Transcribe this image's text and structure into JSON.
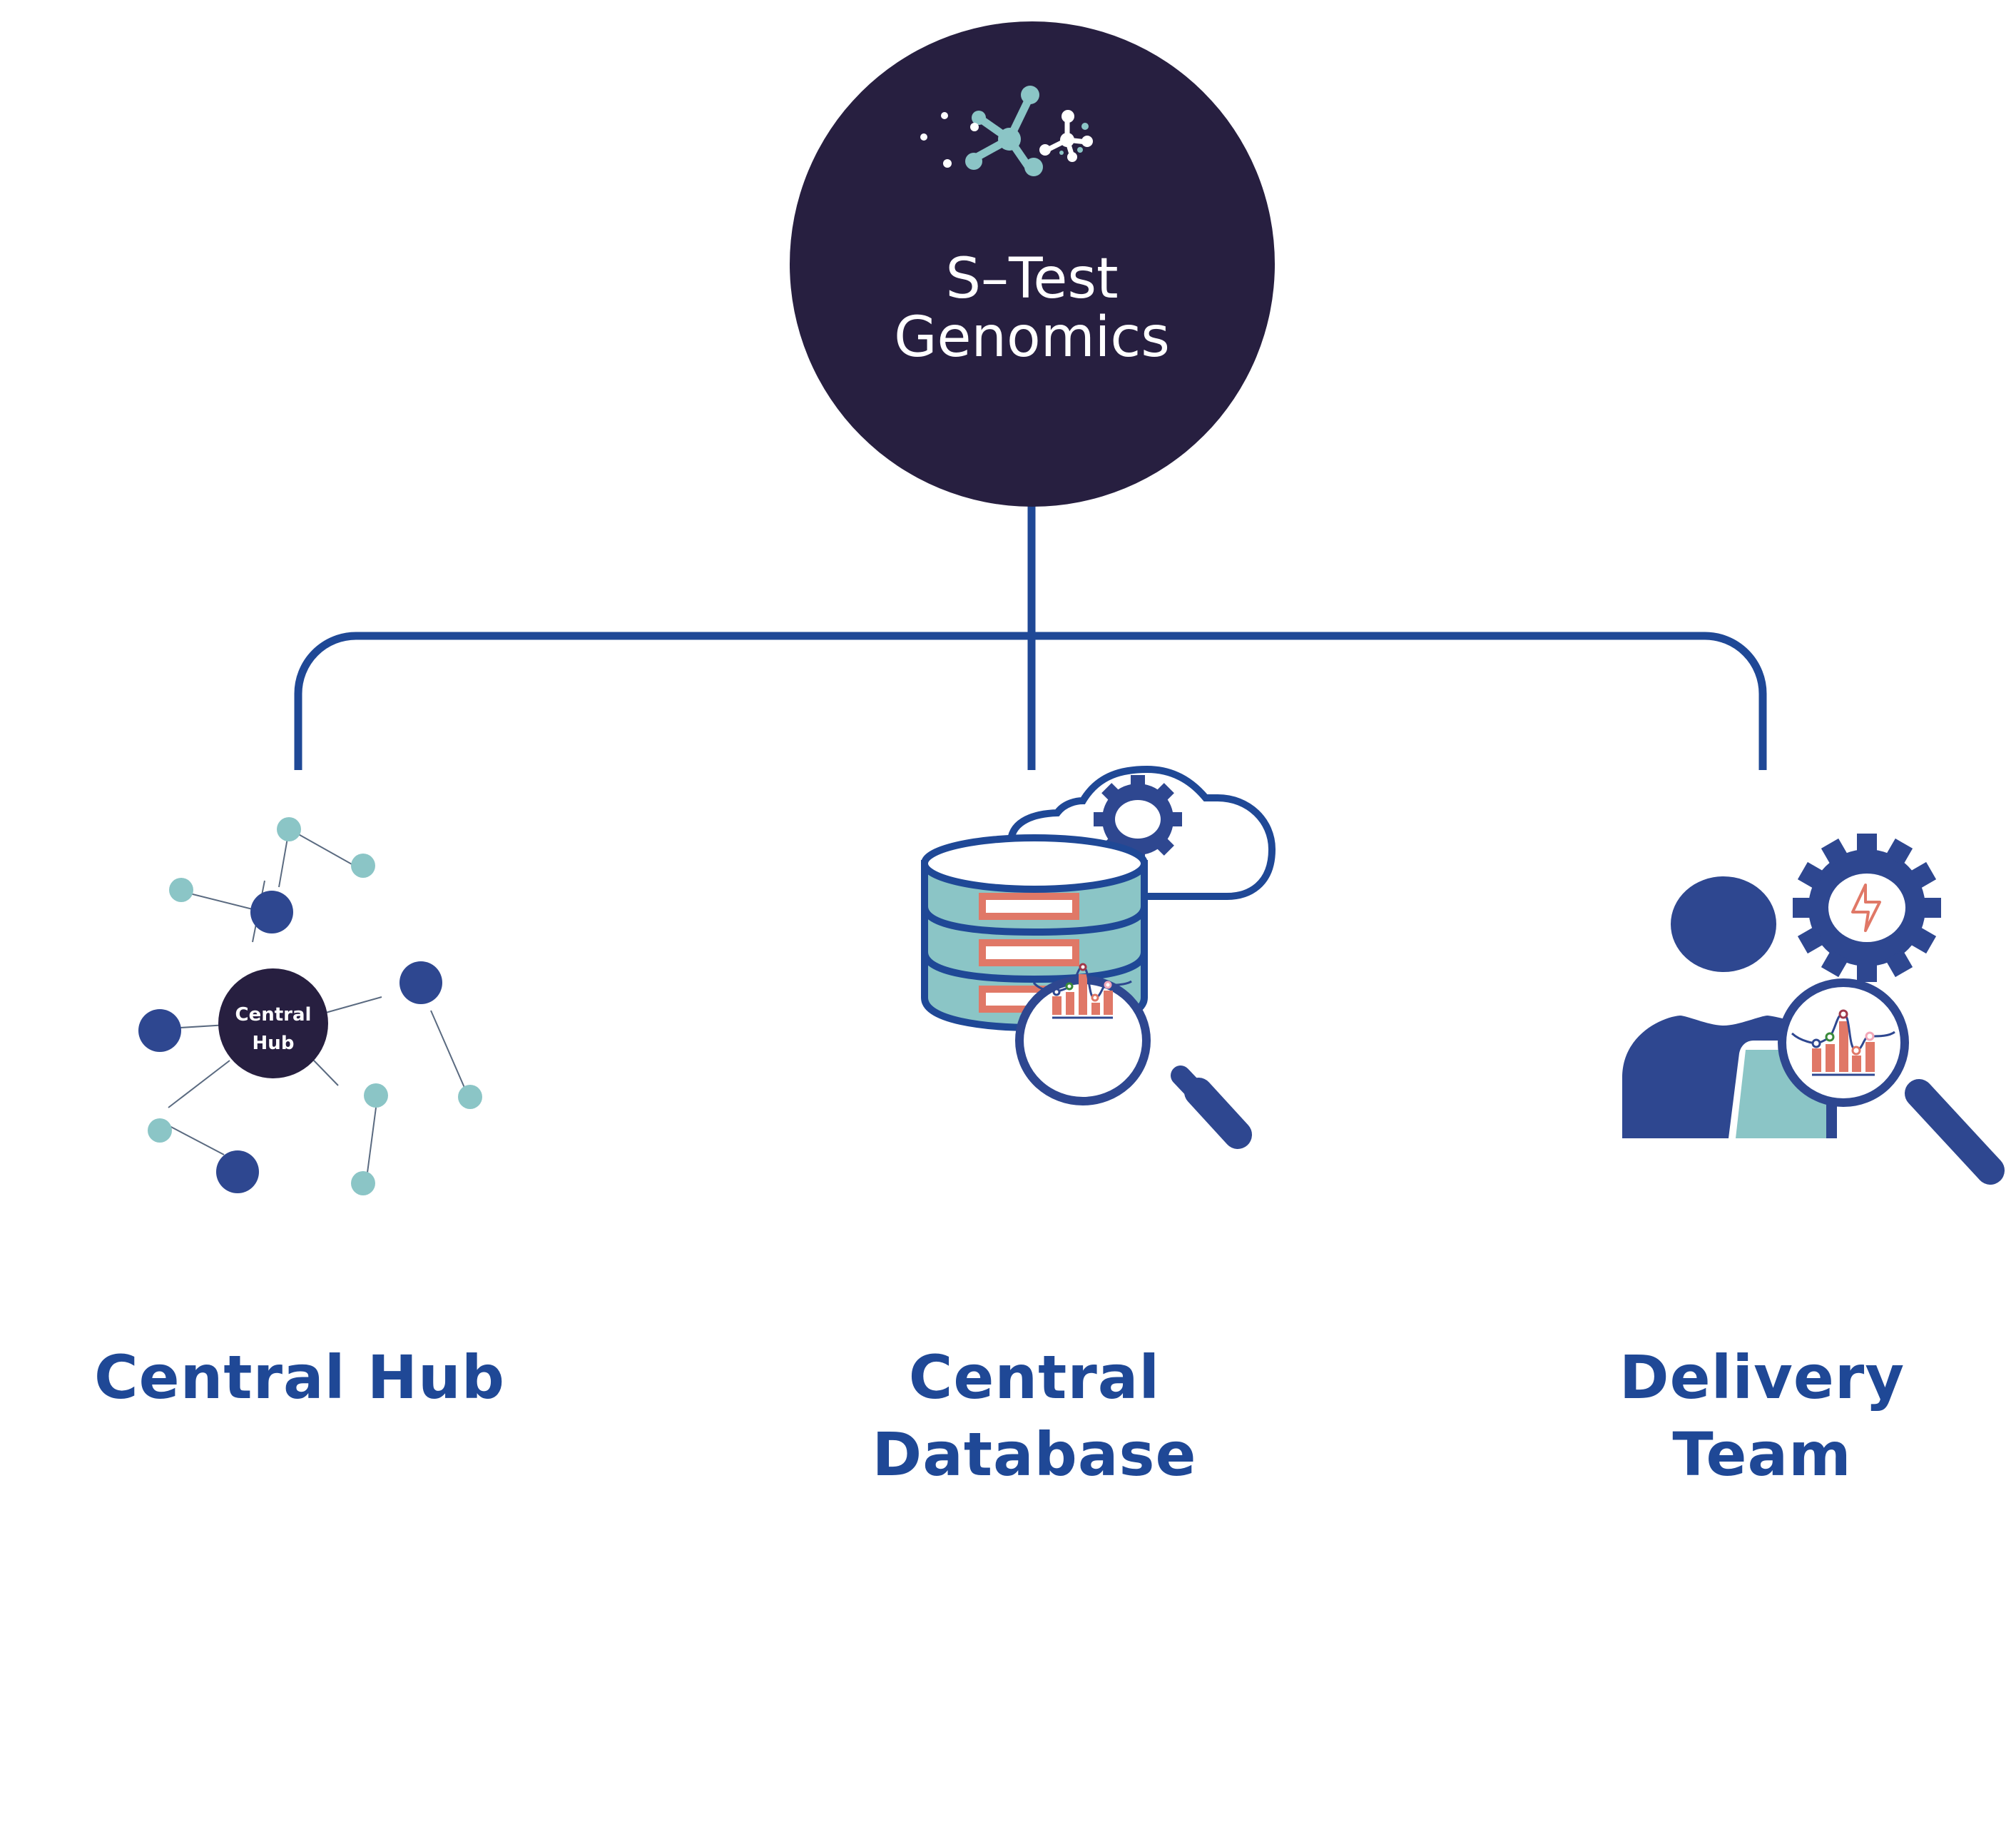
{
  "root": {
    "title_line1": "S–Test",
    "title_line2": "Genomics",
    "logo_icon": "molecule-network-icon"
  },
  "children": [
    {
      "id": "central-hub",
      "label_lines": [
        "Central Hub"
      ],
      "icon": "network-nodes-icon",
      "hub_label_line1": "Central",
      "hub_label_line2": "Hub"
    },
    {
      "id": "central-database",
      "label_lines": [
        "Central",
        "Database"
      ],
      "icon": "database-cloud-analytics-icon"
    },
    {
      "id": "delivery-team",
      "label_lines": [
        "Delivery",
        "Team"
      ],
      "icon": "person-gear-analytics-icon"
    }
  ],
  "colors": {
    "navy": "#271f40",
    "connector_blue": "#1f4896",
    "icon_blue": "#2e4790",
    "teal": "#8bc5c6",
    "coral": "#e07867",
    "white": "#ffffff"
  }
}
